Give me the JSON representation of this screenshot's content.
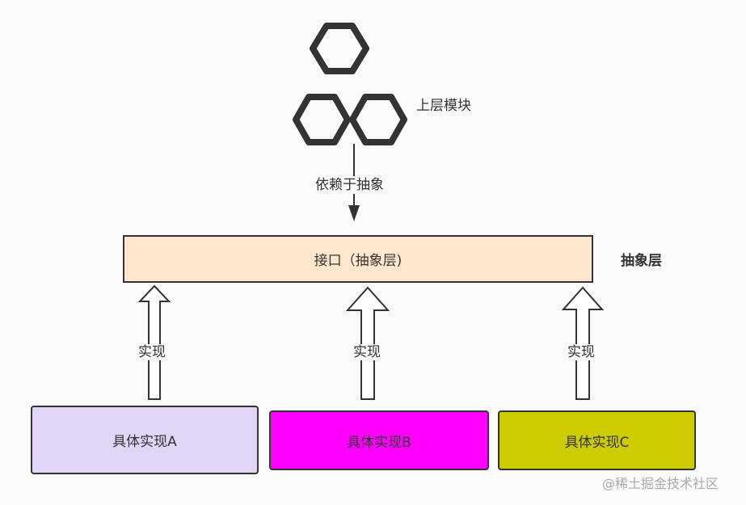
{
  "upper_module": {
    "label": "上层模块",
    "icon": "hexagon-cluster-icon"
  },
  "dependency": {
    "label": "依赖于抽象"
  },
  "interface": {
    "label": "接口（抽象层)"
  },
  "abstract_layer": {
    "label": "抽象层"
  },
  "implements": {
    "label_a": "实现",
    "label_b": "实现",
    "label_c": "实现"
  },
  "implementations": [
    {
      "label": "具体实现A",
      "color": "#e1d5f5"
    },
    {
      "label": "具体实现B",
      "color": "#ff00ff"
    },
    {
      "label": "具体实现C",
      "color": "#cccc00"
    }
  ],
  "watermark": "@稀土掘金技术社区",
  "colors": {
    "stroke": "#333333",
    "interface_fill": "#ffe6cc",
    "background": "#fafafa"
  }
}
